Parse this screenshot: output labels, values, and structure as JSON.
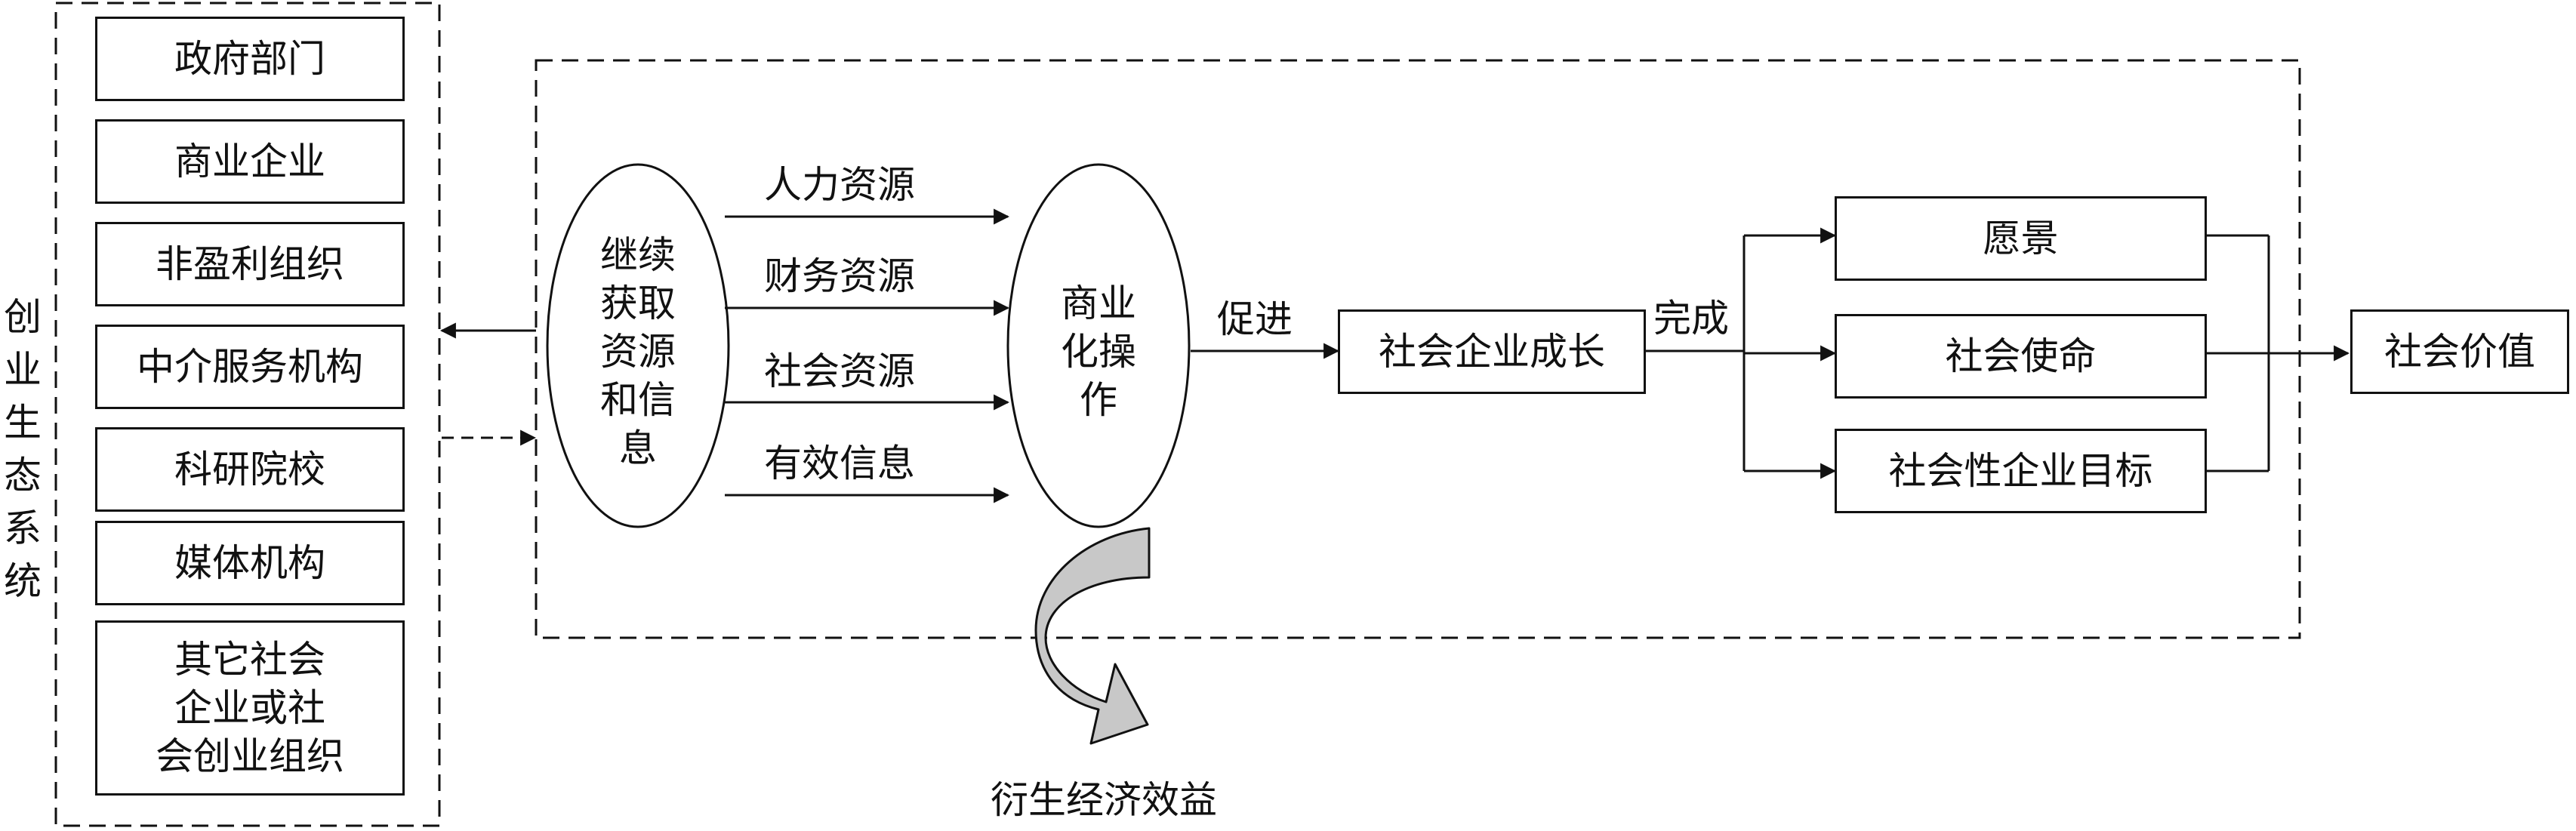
{
  "ecosystem": {
    "label": "创业生态系统",
    "members": [
      "政府部门",
      "商业企业",
      "非盈利组织",
      "中介服务机构",
      "科研院校",
      "媒体机构",
      "其它社会\n企业或社\n会创业组织"
    ]
  },
  "process": {
    "acquire_oval": "继续\n获取\n资源\n和信\n息",
    "resources": [
      "人力资源",
      "财务资源",
      "社会资源",
      "有效信息"
    ],
    "commercial_oval": "商业\n化操\n作",
    "promote_label": "促进",
    "growth_box": "社会企业成长",
    "complete_label": "完成",
    "outcomes": [
      "愿景",
      "社会使命",
      "社会性企业目标"
    ],
    "value_box": "社会价值",
    "byproduct_label": "衍生经济效益"
  },
  "colors": {
    "line": "#111111",
    "curved_arrow_fill": "#c8c8c8"
  }
}
